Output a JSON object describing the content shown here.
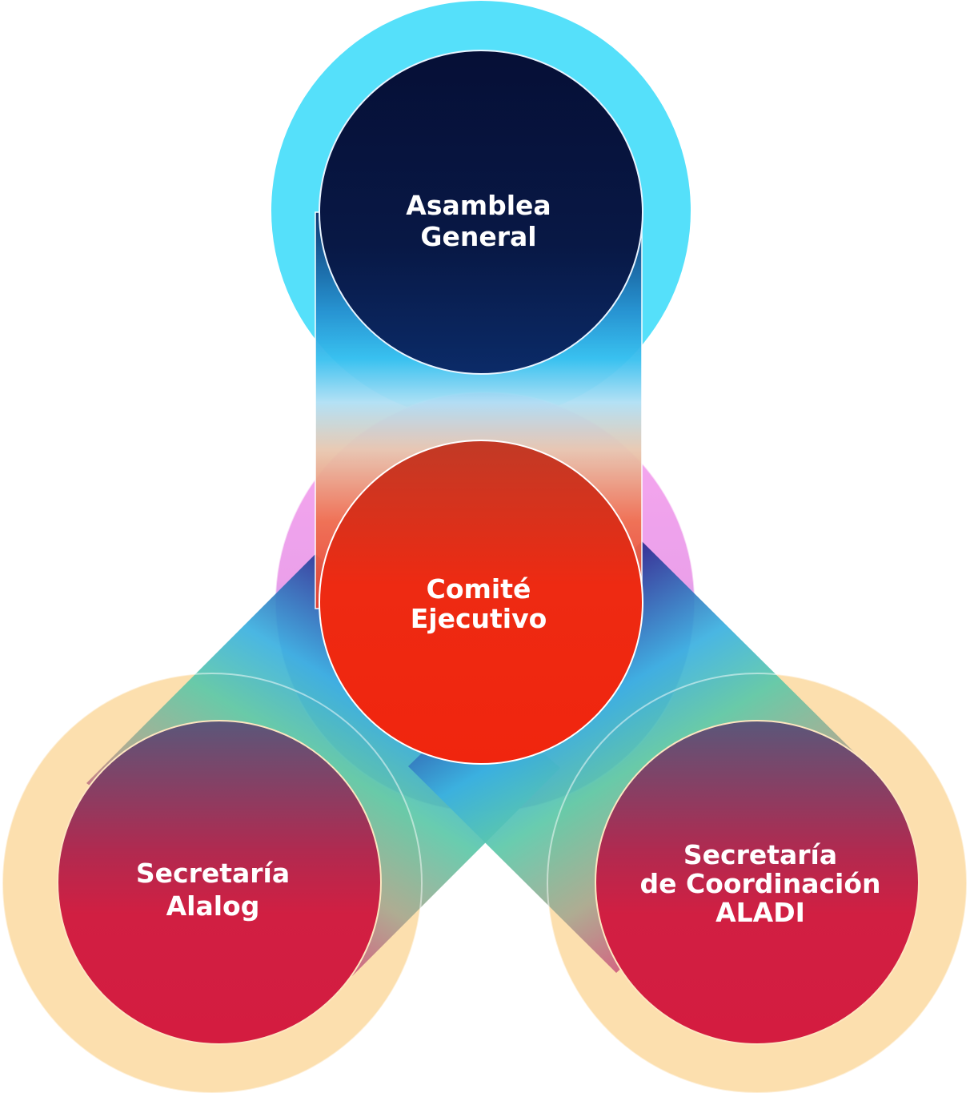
{
  "nodes": {
    "top": {
      "line1": "Asamblea",
      "line2": "General"
    },
    "center": {
      "line1": "Comité",
      "line2": "Ejecutivo"
    },
    "left": {
      "line1": "Secretaría",
      "line2": "Alalog"
    },
    "right": {
      "line1": "Secretaría",
      "line2": "de Coordinación",
      "line3": "ALADI"
    }
  },
  "colors": {
    "cyan": "#55E0FA",
    "navy": "#06103A",
    "red": "#F0250E",
    "crimson": "#D41C40",
    "peach": "#FCDFAE",
    "pink": "#F9A0F0"
  }
}
